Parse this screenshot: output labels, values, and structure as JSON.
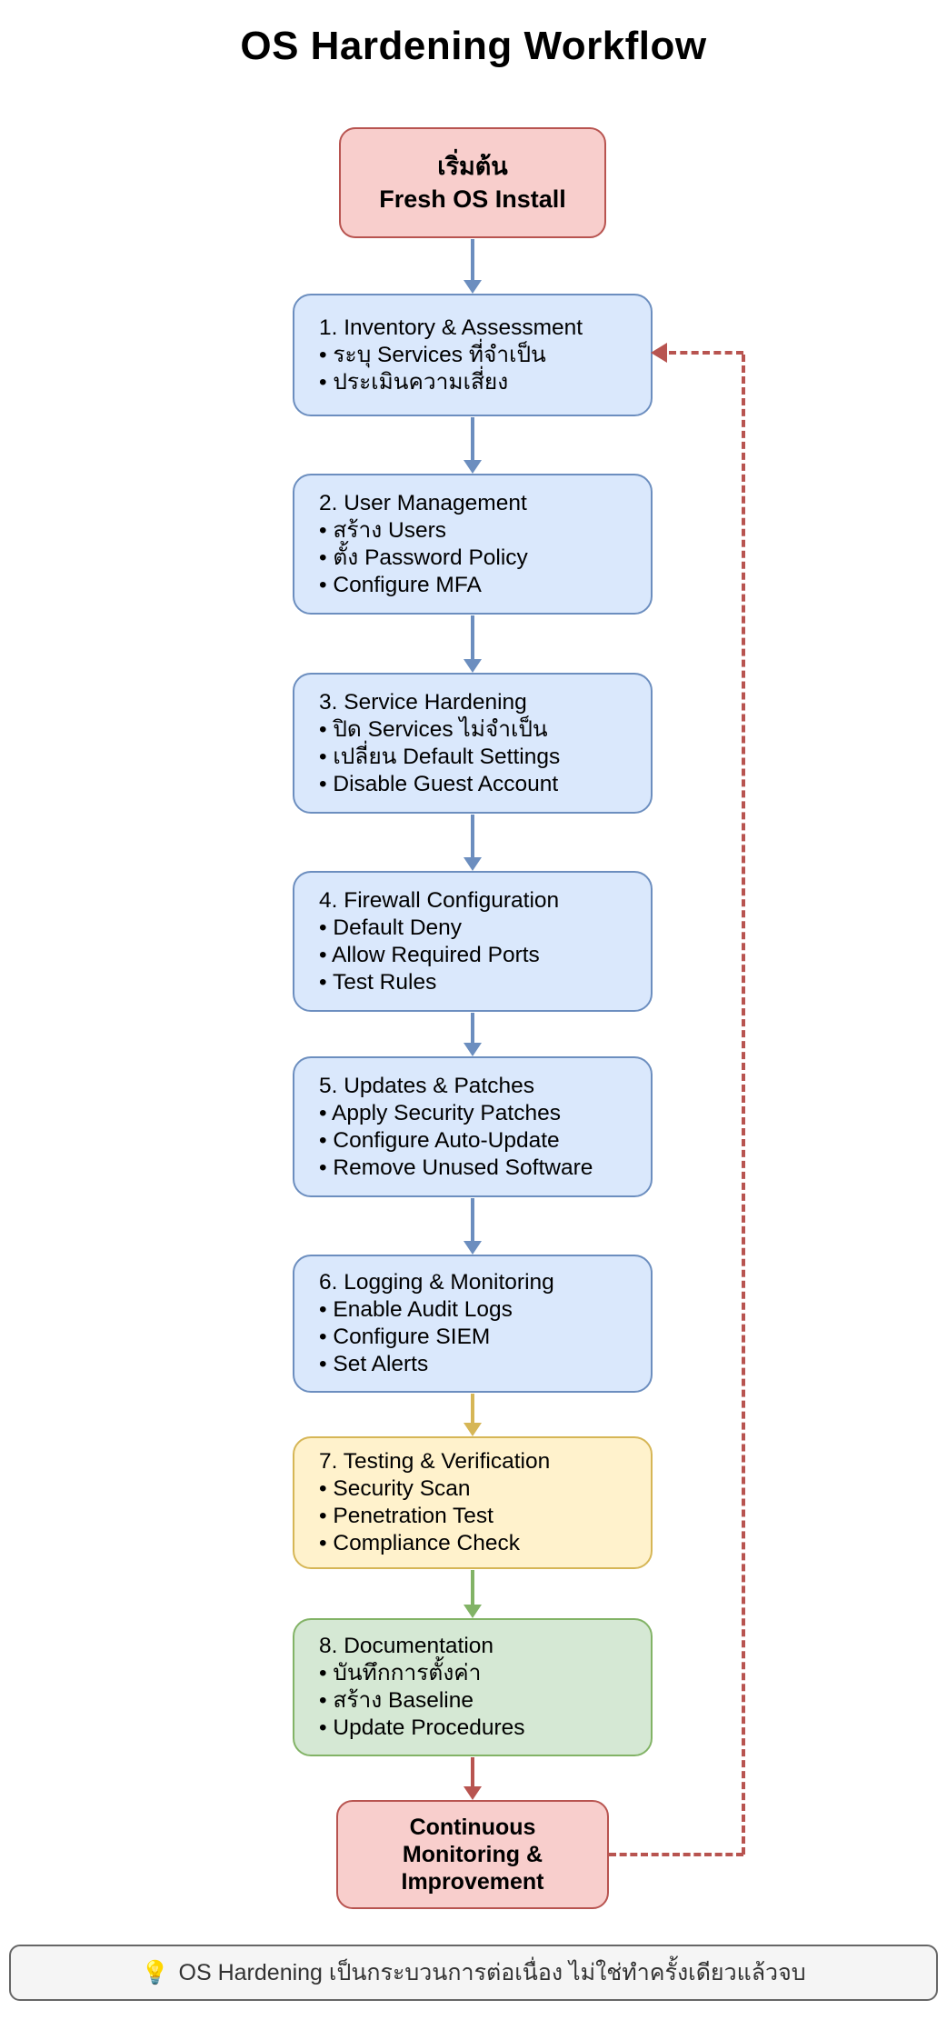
{
  "title": "OS Hardening Workflow",
  "colors": {
    "blue_fill": "#dae8fc",
    "blue_stroke": "#6c8ebf",
    "red_fill": "#f8cecc",
    "red_stroke": "#b85450",
    "yellow_fill": "#fff2cc",
    "yellow_stroke": "#d6b656",
    "green_fill": "#d5e8d4",
    "green_stroke": "#82b366",
    "note_fill": "#f5f5f5",
    "note_stroke": "#666666"
  },
  "start": {
    "line1": "เริ่มต้น",
    "line2": "Fresh OS Install"
  },
  "steps": [
    {
      "title": "1. Inventory & Assessment",
      "bullets": [
        "• ระบุ Services ที่จำเป็น",
        "• ประเมินความเสี่ยง"
      ]
    },
    {
      "title": "2. User Management",
      "bullets": [
        "• สร้าง Users",
        "• ตั้ง Password Policy",
        "• Configure MFA"
      ]
    },
    {
      "title": "3. Service Hardening",
      "bullets": [
        "• ปิด Services ไม่จำเป็น",
        "• เปลี่ยน Default Settings",
        "• Disable Guest Account"
      ]
    },
    {
      "title": "4. Firewall Configuration",
      "bullets": [
        "• Default Deny",
        "• Allow Required Ports",
        "• Test Rules"
      ]
    },
    {
      "title": "5. Updates & Patches",
      "bullets": [
        "• Apply Security Patches",
        "• Configure Auto-Update",
        "• Remove Unused Software"
      ]
    },
    {
      "title": "6. Logging & Monitoring",
      "bullets": [
        "• Enable Audit Logs",
        "• Configure SIEM",
        "• Set Alerts"
      ]
    },
    {
      "title": "7. Testing & Verification",
      "bullets": [
        "• Security Scan",
        "• Penetration Test",
        "• Compliance Check"
      ]
    },
    {
      "title": "8. Documentation",
      "bullets": [
        "• บันทึกการตั้งค่า",
        "• สร้าง Baseline",
        "• Update Procedures"
      ]
    }
  ],
  "end": {
    "line1": "Continuous",
    "line2": "Monitoring &",
    "line3": "Improvement"
  },
  "note": {
    "icon": "💡",
    "text": "OS Hardening เป็นกระบวนการต่อเนื่อง ไม่ใช่ทำครั้งเดียวแล้วจบ"
  }
}
